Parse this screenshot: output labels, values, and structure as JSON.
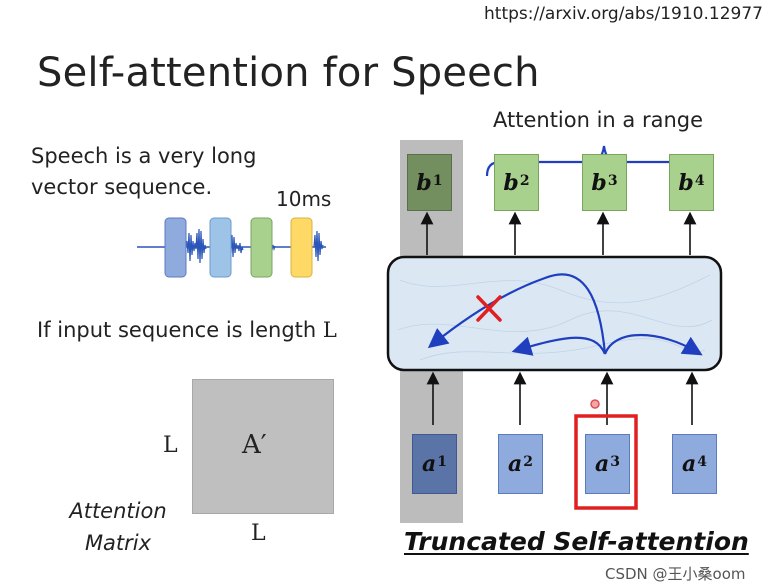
{
  "url": "https://arxiv.org/abs/1910.12977",
  "title": "Self-attention for Speech",
  "speech_text_line1": "Speech is a very long",
  "speech_text_line2": "vector sequence.",
  "frame_duration": "10ms",
  "input_seq_text": "If input sequence is length",
  "input_seq_var": "L",
  "matrix_symbol": "A′",
  "matrix_dim_left": "L",
  "matrix_dim_bottom": "L",
  "matrix_caption_line1": "Attention",
  "matrix_caption_line2": "Matrix",
  "range_label": "Attention in a range",
  "outputs": [
    {
      "base": "b",
      "sup": "1"
    },
    {
      "base": "b",
      "sup": "2"
    },
    {
      "base": "b",
      "sup": "3"
    },
    {
      "base": "b",
      "sup": "4"
    }
  ],
  "inputs": [
    {
      "base": "a",
      "sup": "1"
    },
    {
      "base": "a",
      "sup": "2"
    },
    {
      "base": "a",
      "sup": "3"
    },
    {
      "base": "a",
      "sup": "4"
    }
  ],
  "diagram_caption": "Truncated Self-attention",
  "watermark": "CSDN @王小桑oom",
  "colors": {
    "output_box": "#a9d18e",
    "input_box": "#8faadc",
    "highlight": "#e02020",
    "arrow": "#1f3fbf",
    "layer_fill": "#dbe8f4"
  }
}
